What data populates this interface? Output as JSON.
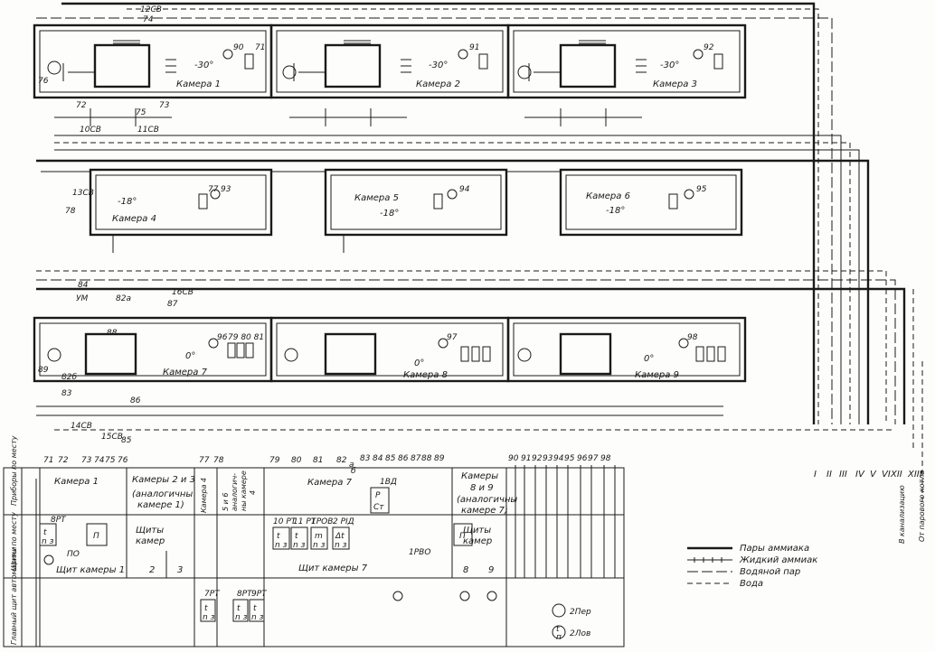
{
  "chambers": [
    {
      "label": "Камера 1",
      "temp": "-30°",
      "n1": "90",
      "n2": "71"
    },
    {
      "label": "Камера 2",
      "temp": "-30°",
      "n1": "91",
      "n2": ""
    },
    {
      "label": "Камера 3",
      "temp": "-30°",
      "n1": "92",
      "n2": ""
    },
    {
      "label": "Камера 4",
      "temp": "-18°",
      "n1": "93",
      "n2": "77"
    },
    {
      "label": "Камера 5",
      "temp": "-18°",
      "n1": "94",
      "n2": ""
    },
    {
      "label": "Камера 6",
      "temp": "-18°",
      "n1": "95",
      "n2": ""
    },
    {
      "label": "Камера 7",
      "temp": "0°",
      "n1": "96",
      "n2": "79 80 81"
    },
    {
      "label": "Камера 8",
      "temp": "0°",
      "n1": "97",
      "n2": ""
    },
    {
      "label": "Камера 9",
      "temp": "0°",
      "n1": "98",
      "n2": ""
    }
  ],
  "valve_labels": {
    "v12": "12СВ",
    "v74": "74",
    "v76": "76",
    "v72": "72",
    "v73": "73",
    "v75": "75",
    "v10": "10СВ",
    "v11": "11СВ",
    "v13": "13СВ",
    "v78": "78",
    "v84": "84",
    "um": "УМ",
    "v82a": "82а",
    "v16": "16СВ",
    "v87": "87",
    "v88": "88",
    "v89": "89",
    "v82b": "82б",
    "v83": "83",
    "v86": "86",
    "v14": "14СВ",
    "v15": "15СВ",
    "v85": "85"
  },
  "row_headers": [
    "Приборы по месту",
    "Щиты по месту",
    "Главный щит автоматики"
  ],
  "top_numbers": [
    "71",
    "72",
    "73",
    "74",
    "75",
    "76",
    "77",
    "78",
    "79",
    "80",
    "81",
    "82",
    "83",
    "84",
    "85",
    "86",
    "87",
    "88",
    "89",
    "90",
    "91",
    "92",
    "93",
    "94",
    "95",
    "96",
    "97",
    "98"
  ],
  "mark_a": "а",
  "mark_b": "б",
  "section_labels": {
    "k1": "Камера 1",
    "k23": "Камеры 2 и 3",
    "k23b": "(аналогичны",
    "k23c": "камере 1)",
    "k4": "Камера 4",
    "k56a": "5 и 6",
    "k56b": "аналогич-",
    "k56c": "ны камере",
    "k56d": "4",
    "k7": "Камера 7",
    "k89a": "Камеры",
    "k89b": "8 и 9",
    "k89c": "(аналогичны",
    "k89d": "камере 7)"
  },
  "panel_labels": {
    "shchit1": "Щит камеры 1",
    "p2": "2",
    "p3": "3",
    "shchity_kamer": "Щиты",
    "shchity_kamer2": "камер",
    "shchit7": "Щит камеры 7",
    "p8": "8",
    "p9": "9",
    "shchity2": "Щиты",
    "shchity2b": "камер"
  },
  "instrument_tags": {
    "brt": "8РТ",
    "po": "ПО",
    "p": "П",
    "rt10": "10 РТ",
    "rt11": "11 РТ",
    "rov1": "1РОВ",
    "rid2": "2  РІД",
    "v1rd": "1ВД",
    "pct_p": "Р",
    "pct_c": "Ст",
    "rvo": "1РВО",
    "p7": "П",
    "t": "t",
    "n3": "n з",
    "m": "m",
    "dt": "Δt",
    "rt7": "7РТ",
    "rt8": "8РТ",
    "rt9": "9РТ"
  },
  "roman": [
    "I",
    "II",
    "III",
    "IV",
    "V",
    "VI",
    "XII",
    "XIII"
  ],
  "right_notes": [
    "В канализацию",
    "От парового котла"
  ],
  "legend": [
    {
      "label": "Пары аммиака",
      "style": "solid-thick"
    },
    {
      "label": "Жидкий аммиак",
      "style": "solid-tick"
    },
    {
      "label": "Водяной пар",
      "style": "long-dash"
    },
    {
      "label": "Вода",
      "style": "short-dash"
    }
  ],
  "bottom_tags": {
    "per": "2Пер",
    "lov": "2Лов",
    "t": "t",
    "n": "п"
  }
}
